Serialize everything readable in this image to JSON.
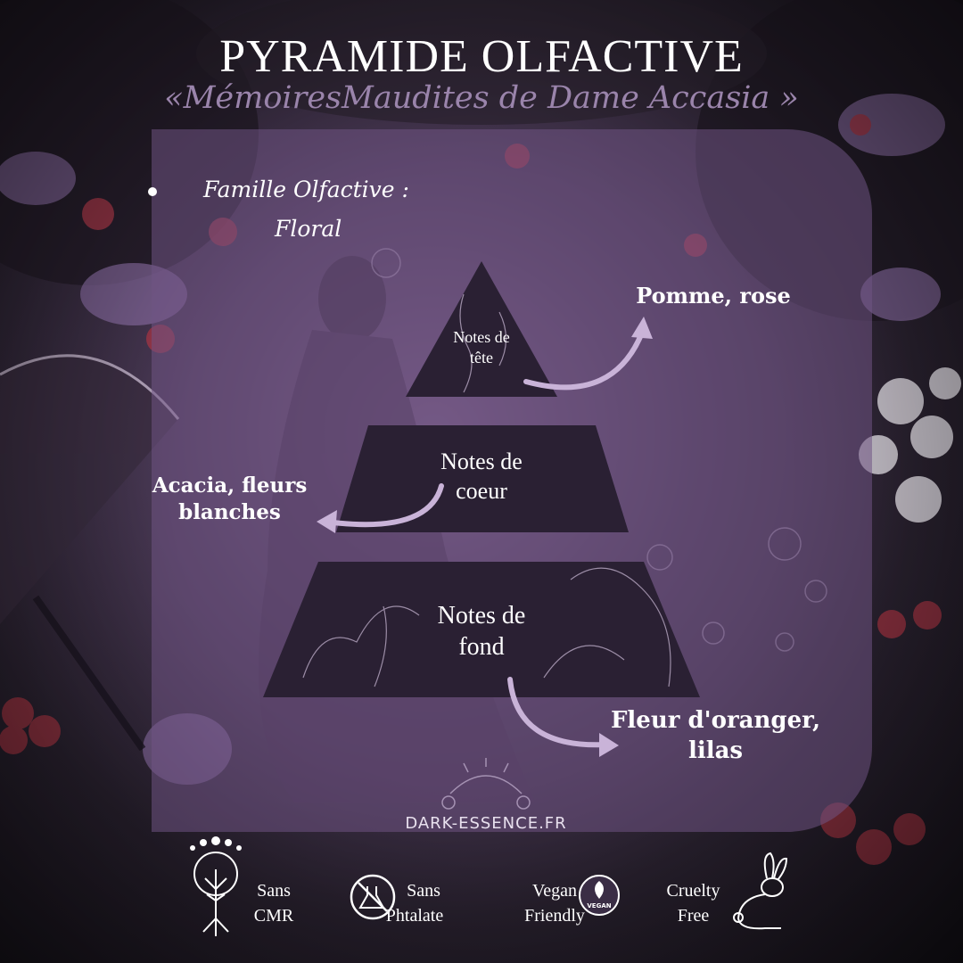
{
  "header": {
    "title": "PYRAMIDE OLFACTIVE",
    "subtitle": "«MémoiresMaudites de Dame Accasia »"
  },
  "family": {
    "label": "Famille Olfactive :",
    "value": "Floral"
  },
  "pyramid": {
    "top": {
      "label_line1": "Notes de",
      "label_line2": "tête",
      "notes_line1": "Pomme, rose"
    },
    "middle": {
      "label_line1": "Notes de",
      "label_line2": "coeur",
      "notes_line1": "Acacia, fleurs",
      "notes_line2": "blanches"
    },
    "base": {
      "label_line1": "Notes de",
      "label_line2": "fond",
      "notes_line1": "Fleur d'oranger,",
      "notes_line2": "lilas"
    }
  },
  "website": "DARK-ESSENCE.FR",
  "badges": [
    {
      "line1": "Sans",
      "line2": "CMR",
      "icon": "tree-of-life-icon"
    },
    {
      "line1": "Sans",
      "line2": "Phtalate",
      "icon": "no-phthalate-icon"
    },
    {
      "line1": "Vegan",
      "line2": "Friendly",
      "icon": "vegan-icon",
      "icon_text": "VEGAN"
    },
    {
      "line1": "Cruelty",
      "line2": "Free",
      "icon": "rabbit-icon"
    }
  ],
  "colors": {
    "panel": "#705484",
    "pyramid_fill": "#2a2033",
    "arrow": "#c9b3d8",
    "subtitle": "#9a84ab"
  }
}
